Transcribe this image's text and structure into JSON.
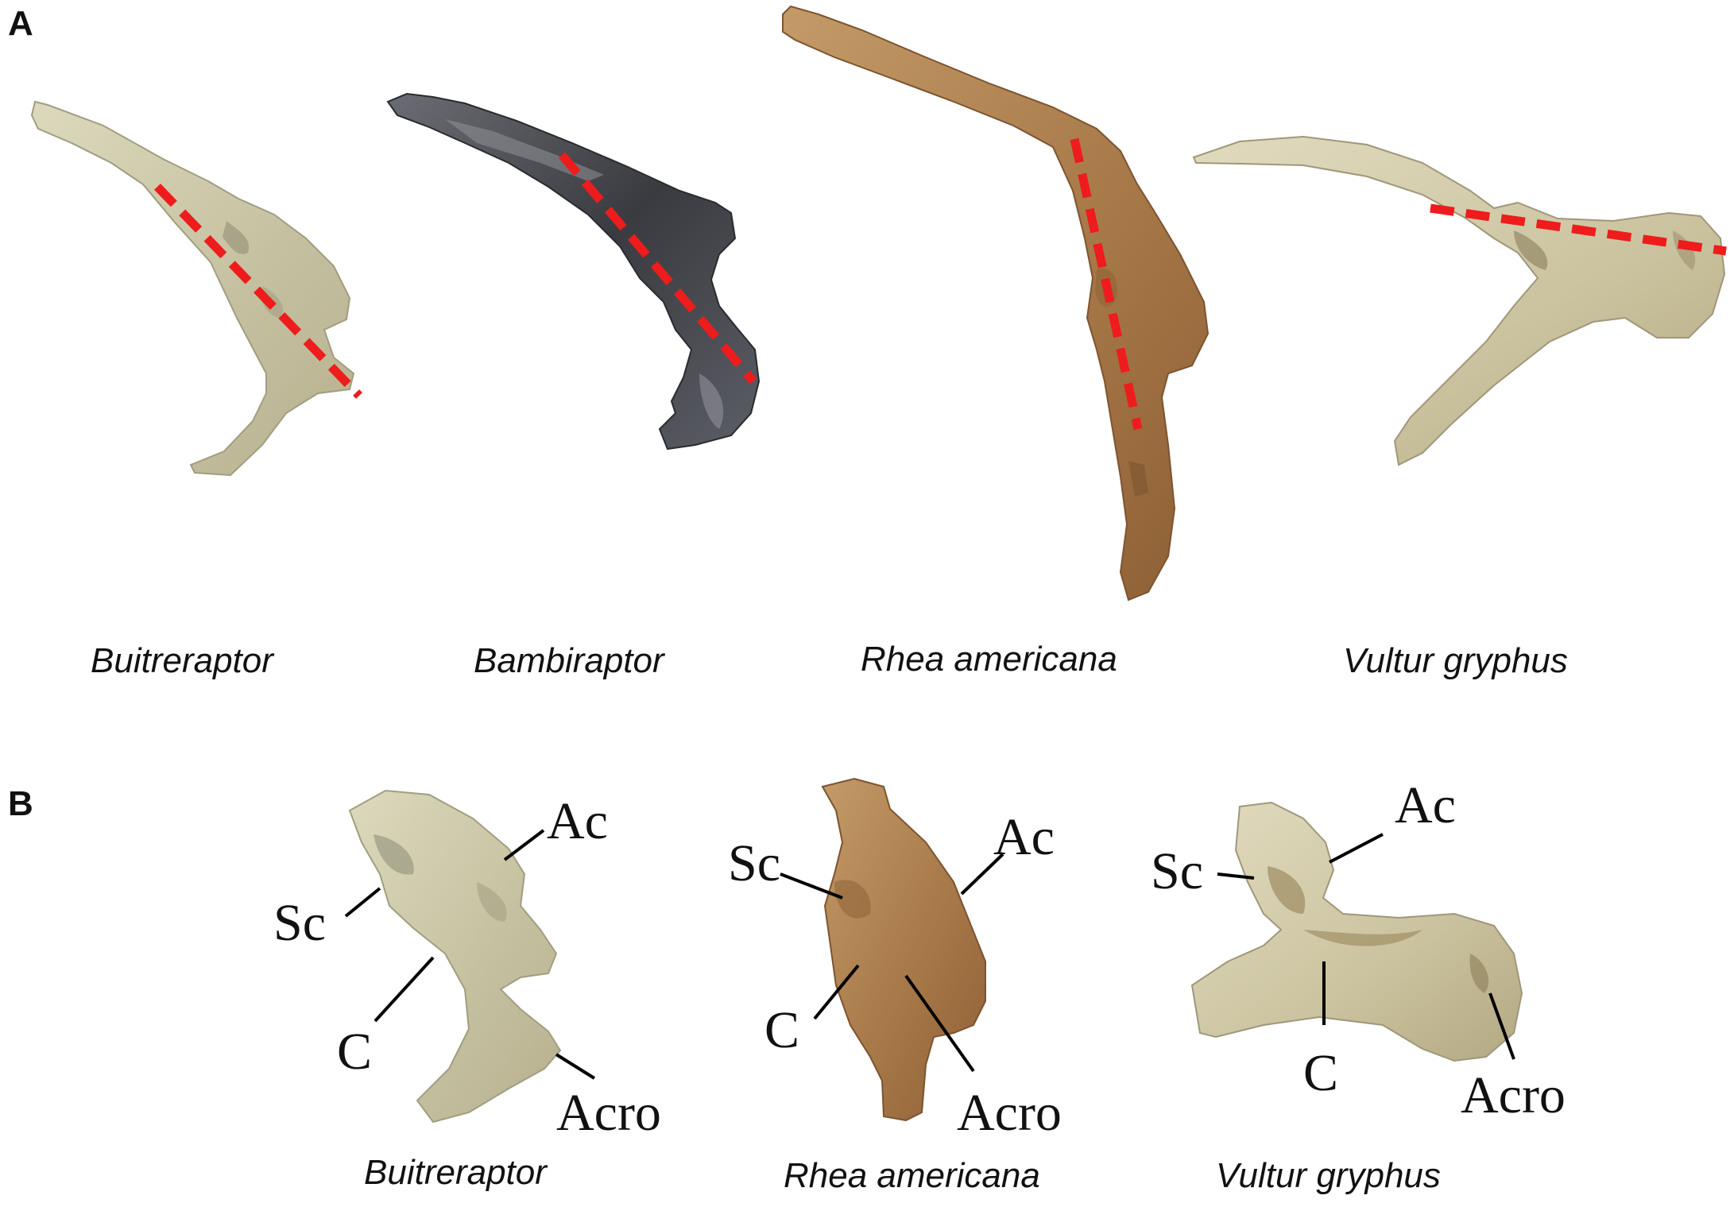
{
  "panels": {
    "a": {
      "letter": "A",
      "specimens": [
        {
          "name": "Buitreraptor",
          "bone_color": "#c9c5a5"
        },
        {
          "name": "Bambiraptor",
          "bone_color": "#3b3c40"
        },
        {
          "name": "Rhea americana",
          "bone_color": "#a87a4a"
        },
        {
          "name": "Vultur gryphus",
          "bone_color": "#cfc6a4"
        }
      ],
      "axis_color": "#ee1c1c"
    },
    "b": {
      "letter": "B",
      "specimens": [
        {
          "name": "Buitreraptor",
          "labels": {
            "sc": "Sc",
            "ac": "Ac",
            "c": "C",
            "acro": "Acro"
          }
        },
        {
          "name": "Rhea americana",
          "labels": {
            "sc": "Sc",
            "ac": "Ac",
            "c": "C",
            "acro": "Acro"
          }
        },
        {
          "name": "Vultur gryphus",
          "labels": {
            "sc": "Sc",
            "ac": "Ac",
            "c": "C",
            "acro": "Acro"
          }
        }
      ]
    }
  }
}
